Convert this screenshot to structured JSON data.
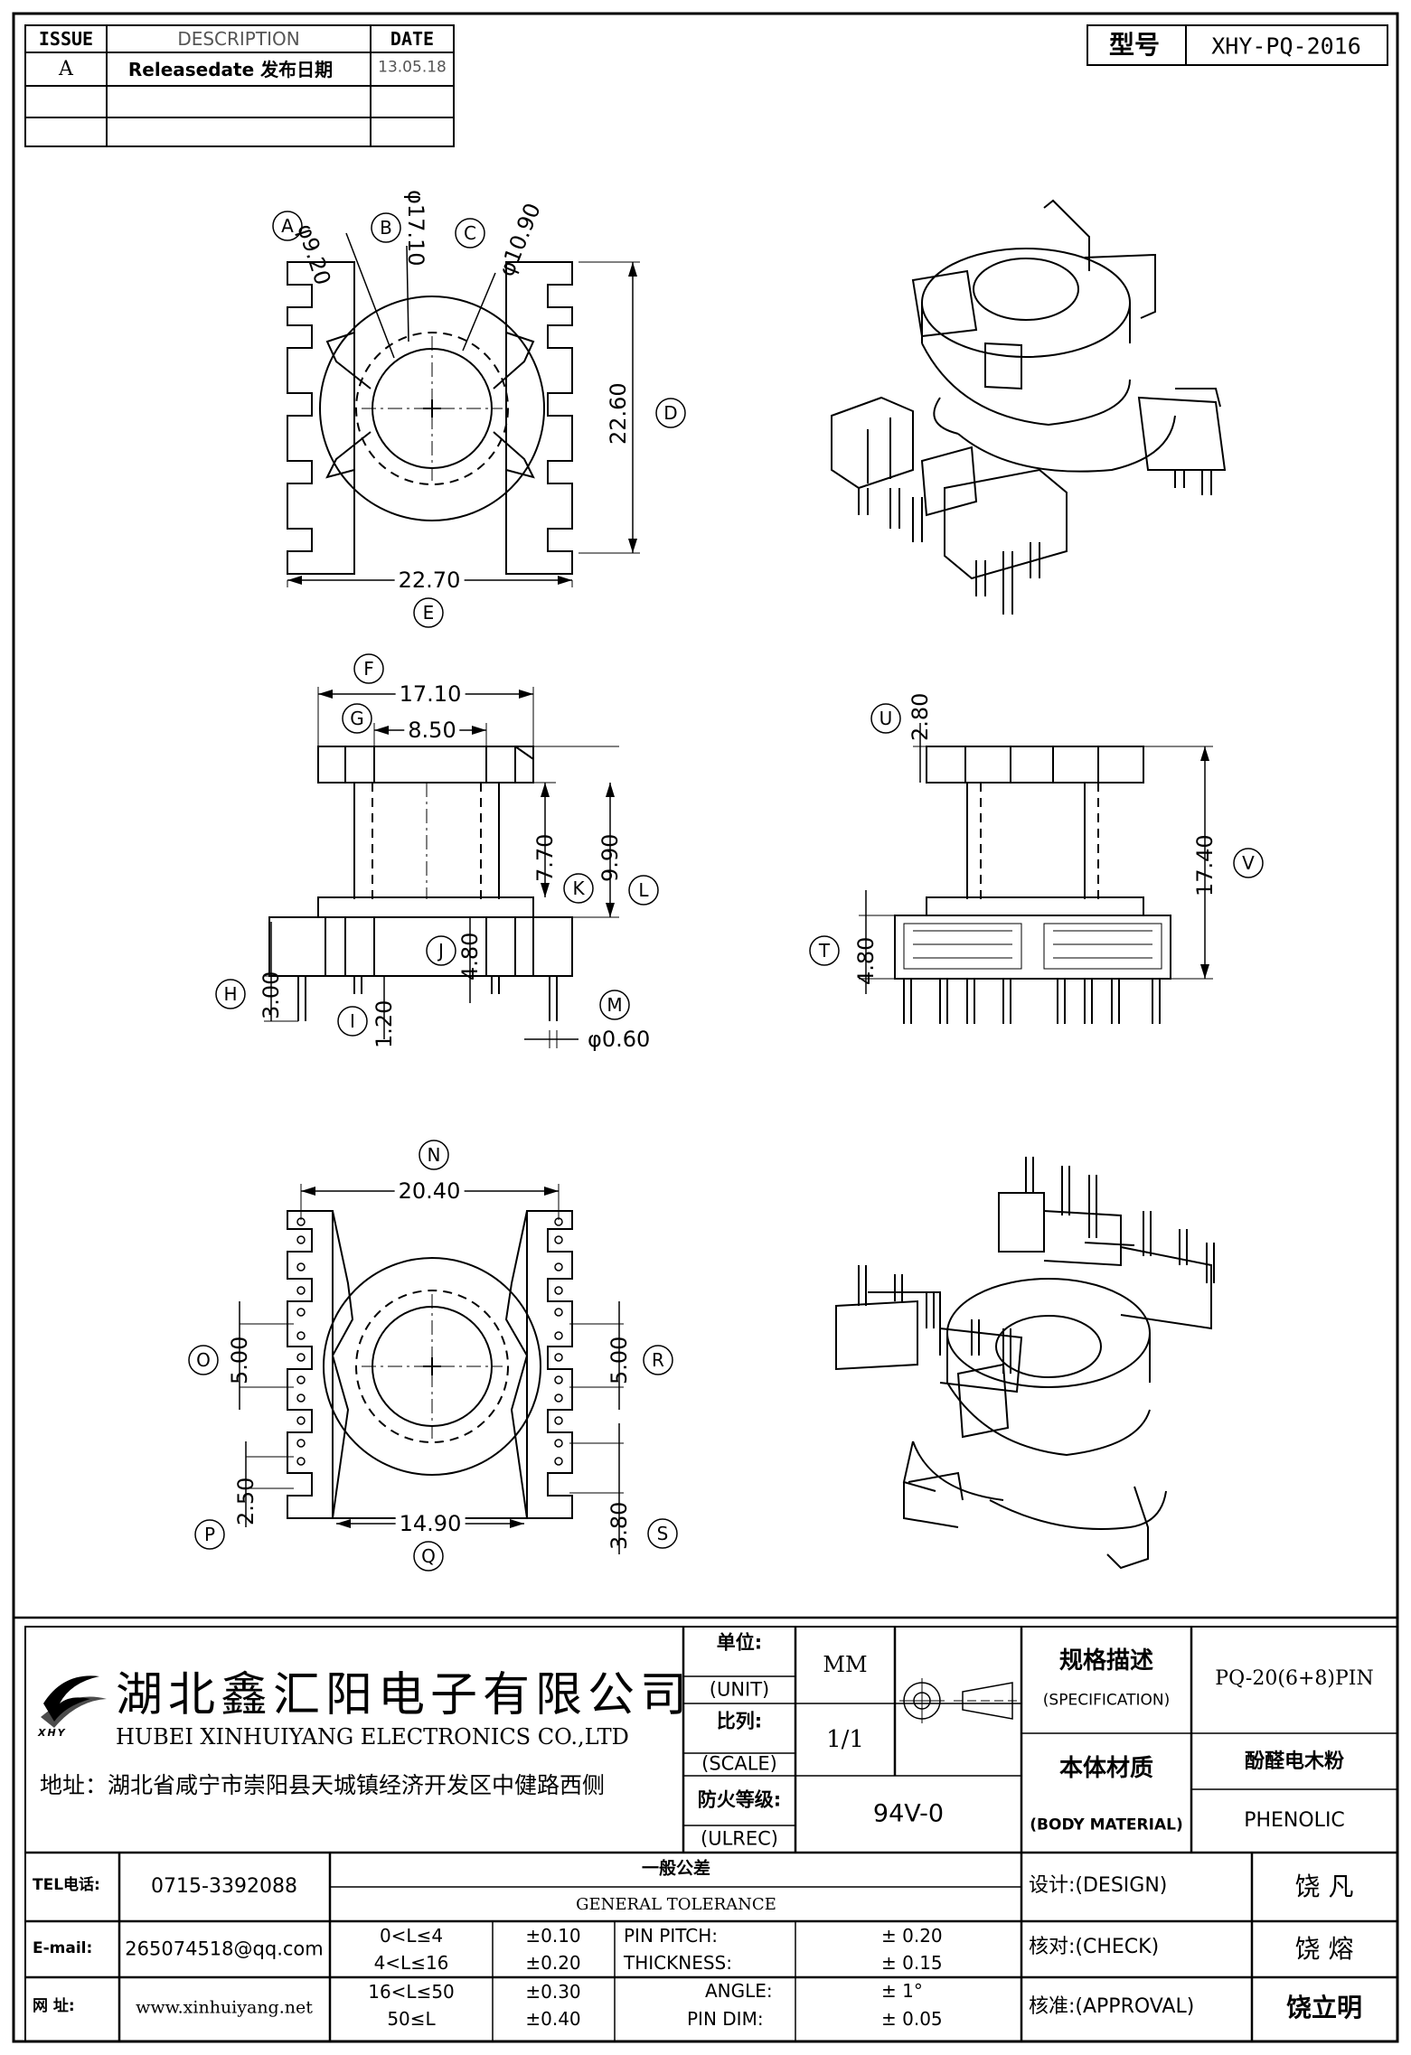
{
  "revision_table": {
    "headers": [
      "ISSUE",
      "DESCRIPTION",
      "DATE"
    ],
    "rows": [
      {
        "issue": "A",
        "description": "Releasedate 发布日期",
        "date": "13.05.18"
      }
    ]
  },
  "model": {
    "label": "型号",
    "value": "XHY-PQ-2016"
  },
  "top_view": {
    "labels": {
      "A": "A",
      "B": "B",
      "C": "C",
      "D": "D",
      "E": "E"
    },
    "dims": {
      "A": "φ9.20",
      "B": "φ17.10",
      "C": "φ10.90",
      "D": "22.60",
      "E": "22.70"
    }
  },
  "front_view": {
    "labels": {
      "F": "F",
      "G": "G",
      "H": "H",
      "I": "I",
      "J": "J",
      "K": "K",
      "L": "L",
      "M": "M"
    },
    "dims": {
      "F": "17.10",
      "G": "8.50",
      "H": "3.00",
      "I": "1.20",
      "J": "4.80",
      "K": "7.70",
      "L": "9.90",
      "M": "φ0.60"
    }
  },
  "side_view": {
    "labels": {
      "T": "T",
      "U": "U",
      "V": "V"
    },
    "dims": {
      "T": "4.80",
      "U": "2.80",
      "V": "17.40"
    }
  },
  "bottom_view": {
    "labels": {
      "N": "N",
      "O": "O",
      "P": "P",
      "Q": "Q",
      "R": "R",
      "S": "S"
    },
    "dims": {
      "N": "20.40",
      "O": "5.00",
      "P": "2.50",
      "Q": "14.90",
      "R": "5.00",
      "S": "3.80"
    }
  },
  "company": {
    "name_cn": "湖北鑫汇阳电子有限公司",
    "name_en": "HUBEI XINHUIYANG ELECTRONICS CO.,LTD",
    "address": "地址：湖北省咸宁市崇阳县天城镇经济开发区中健路西侧",
    "logo_text": "XHY"
  },
  "title_block": {
    "unit_cn": "单位:",
    "unit_en": "(UNIT)",
    "unit_value": "MM",
    "scale_cn": "比列:",
    "scale_en": "(SCALE)",
    "scale_value": "1/1",
    "ulrec_cn": "防火等级:",
    "ulrec_en": "(ULREC)",
    "ulrec_value": "94V-0",
    "spec_cn": "规格描述",
    "spec_en": "(SPECIFICATION)",
    "spec_value": "PQ-20(6+8)PIN",
    "material_cn": "本体材质",
    "material_en": "(BODY MATERIAL)",
    "material_value_cn": "酚醛电木粉",
    "material_value_en": "PHENOLIC"
  },
  "contact": {
    "tel_label": "TEL电话:",
    "tel": "0715-3392088",
    "email_label": "E-mail:",
    "email": "265074518@qq.com",
    "web_label": "网  址:",
    "web": "www.xinhuiyang.net"
  },
  "tolerance": {
    "title_cn": "一般公差",
    "title_en": "GENERAL TOLERANCE",
    "ranges": [
      {
        "range": "0<L≤4",
        "tol": "±0.10"
      },
      {
        "range": "4<L≤16",
        "tol": "±0.20"
      },
      {
        "range": "16<L≤50",
        "tol": "±0.30"
      },
      {
        "range": "50≤L",
        "tol": "±0.40"
      }
    ],
    "specs": [
      {
        "name": "PIN PITCH:",
        "tol": "± 0.20"
      },
      {
        "name": "THICKNESS:",
        "tol": "± 0.15"
      },
      {
        "name": "ANGLE:",
        "tol": "± 1°"
      },
      {
        "name": "PIN DIM:",
        "tol": "± 0.05"
      }
    ]
  },
  "signoff": {
    "design_label": "设计:(DESIGN)",
    "design_name": "饶  凡",
    "check_label": "核对:(CHECK)",
    "check_name": "饶  熔",
    "approval_label": "核准:(APPROVAL)",
    "approval_name": "饶立明"
  }
}
